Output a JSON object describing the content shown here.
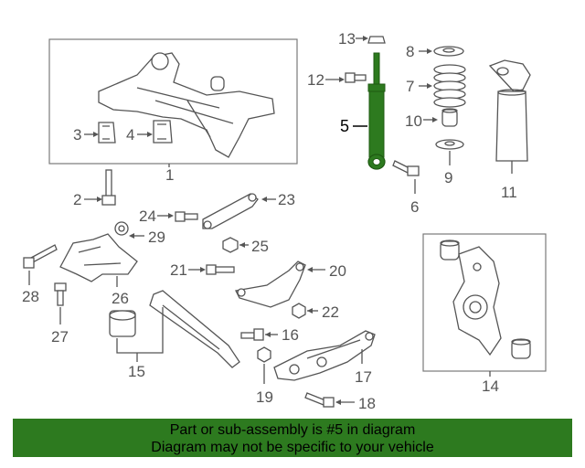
{
  "callouts": {
    "c1": "1",
    "c2": "2",
    "c3": "3",
    "c4": "4",
    "c5": "5",
    "c6": "6",
    "c7": "7",
    "c8": "8",
    "c9": "9",
    "c10": "10",
    "c11": "11",
    "c12": "12",
    "c13": "13",
    "c14": "14",
    "c15": "15",
    "c16": "16",
    "c17": "17",
    "c18": "18",
    "c19": "19",
    "c20": "20",
    "c21": "21",
    "c22": "22",
    "c23": "23",
    "c24": "24",
    "c25": "25",
    "c26": "26",
    "c27": "27",
    "c28": "28",
    "c29": "29"
  },
  "highlight": {
    "color": "#2d7a1f"
  },
  "banner": {
    "line1": "Part or sub-assembly is #5 in diagram",
    "line2": "Diagram may not be specific to your vehicle",
    "color": "#2d7a1f"
  }
}
